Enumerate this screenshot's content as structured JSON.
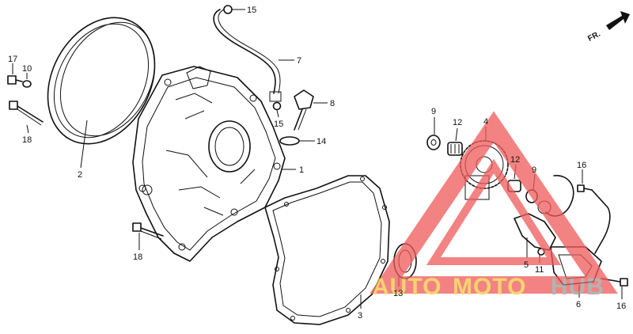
{
  "diagram": {
    "callouts": [
      {
        "id": "c15a",
        "label": "15"
      },
      {
        "id": "c7",
        "label": "7"
      },
      {
        "id": "c8",
        "label": "8"
      },
      {
        "id": "c15b",
        "label": "15"
      },
      {
        "id": "c14",
        "label": "14"
      },
      {
        "id": "c1",
        "label": "1"
      },
      {
        "id": "c17",
        "label": "17"
      },
      {
        "id": "c10",
        "label": "10"
      },
      {
        "id": "c18a",
        "label": "18"
      },
      {
        "id": "c2",
        "label": "2"
      },
      {
        "id": "c18b",
        "label": "18"
      },
      {
        "id": "c3",
        "label": "3"
      },
      {
        "id": "c9a",
        "label": "9"
      },
      {
        "id": "c12a",
        "label": "12"
      },
      {
        "id": "c4",
        "label": "4"
      },
      {
        "id": "c12b",
        "label": "12"
      },
      {
        "id": "c9b",
        "label": "9"
      },
      {
        "id": "c16a",
        "label": "16"
      },
      {
        "id": "c13",
        "label": "13"
      },
      {
        "id": "c5",
        "label": "5"
      },
      {
        "id": "c11",
        "label": "11"
      },
      {
        "id": "c6",
        "label": "6"
      },
      {
        "id": "c16b",
        "label": "16"
      }
    ],
    "direction_label": "FR.",
    "watermark": {
      "part1": "AUTO",
      "part2": "MOTO",
      "part3": "HUB",
      "color_red": "#f05a5a",
      "color_yellow": "#f4c542",
      "color_gray": "#9a9a9a"
    }
  }
}
